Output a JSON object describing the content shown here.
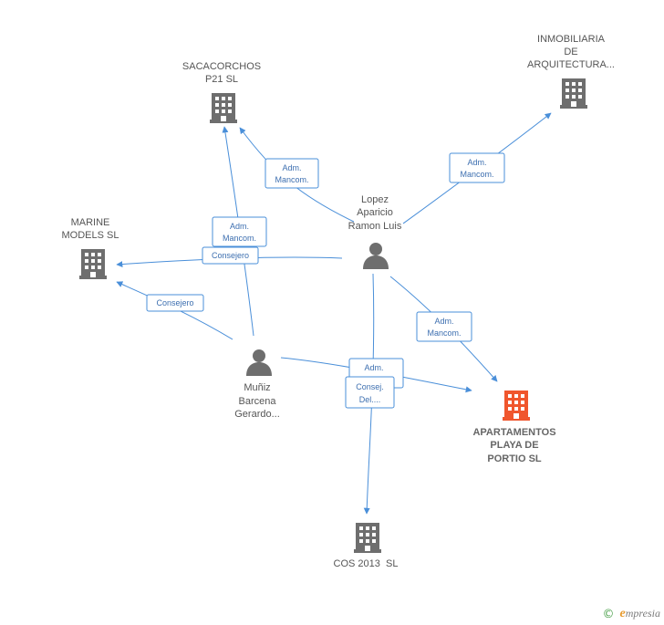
{
  "colors": {
    "edge": "#4a8fd9",
    "company_icon": "#6e6e6e",
    "highlight_icon": "#f0562d",
    "person_icon": "#6e6e6e"
  },
  "nodes": [
    {
      "id": "inmobiliaria",
      "type": "company",
      "lines": [
        "INMOBILIARIA",
        "DE",
        "ARQUITECTURA..."
      ],
      "icon": "building-icon"
    },
    {
      "id": "sacacorchos",
      "type": "company",
      "lines": [
        "SACACORCHOS",
        "P21 SL"
      ],
      "icon": "building-icon"
    },
    {
      "id": "marine",
      "type": "company",
      "lines": [
        "MARINE",
        "MODELS SL"
      ],
      "icon": "building-icon"
    },
    {
      "id": "apartamentos",
      "type": "company-highlight",
      "lines": [
        "APARTAMENTOS",
        "PLAYA DE",
        "PORTIO SL"
      ],
      "icon": "building-icon"
    },
    {
      "id": "cos2013",
      "type": "company",
      "lines": [
        "COS 2013  SL"
      ],
      "icon": "building-icon"
    },
    {
      "id": "lopez",
      "type": "person",
      "lines": [
        "Lopez",
        "Aparicio",
        "Ramon Luis"
      ],
      "icon": "person-icon"
    },
    {
      "id": "muniz",
      "type": "person",
      "lines": [
        "Muñiz",
        "Barcena",
        "Gerardo..."
      ],
      "icon": "person-icon"
    }
  ],
  "edges": [
    {
      "id": "lopez-sacacorchos",
      "lines": [
        "Adm.",
        "Mancom."
      ]
    },
    {
      "id": "lopez-inmobiliaria",
      "lines": [
        "Adm.",
        "Mancom."
      ]
    },
    {
      "id": "muniz-sacacorchos",
      "lines": [
        "Adm.",
        "Mancom."
      ]
    },
    {
      "id": "lopez-marine",
      "lines": [
        "Consejero"
      ]
    },
    {
      "id": "muniz-marine",
      "lines": [
        "Consejero"
      ]
    },
    {
      "id": "lopez-apartamentos",
      "lines": [
        "Adm.",
        "Mancom."
      ]
    },
    {
      "id": "muniz-apartamentos",
      "lines": [
        "Adm."
      ]
    },
    {
      "id": "lopez-cos2013",
      "lines": [
        "Consej.",
        "Del...."
      ]
    }
  ],
  "footer": {
    "copyright": "©",
    "brand_initial": "e",
    "brand_rest": "mpresia"
  }
}
